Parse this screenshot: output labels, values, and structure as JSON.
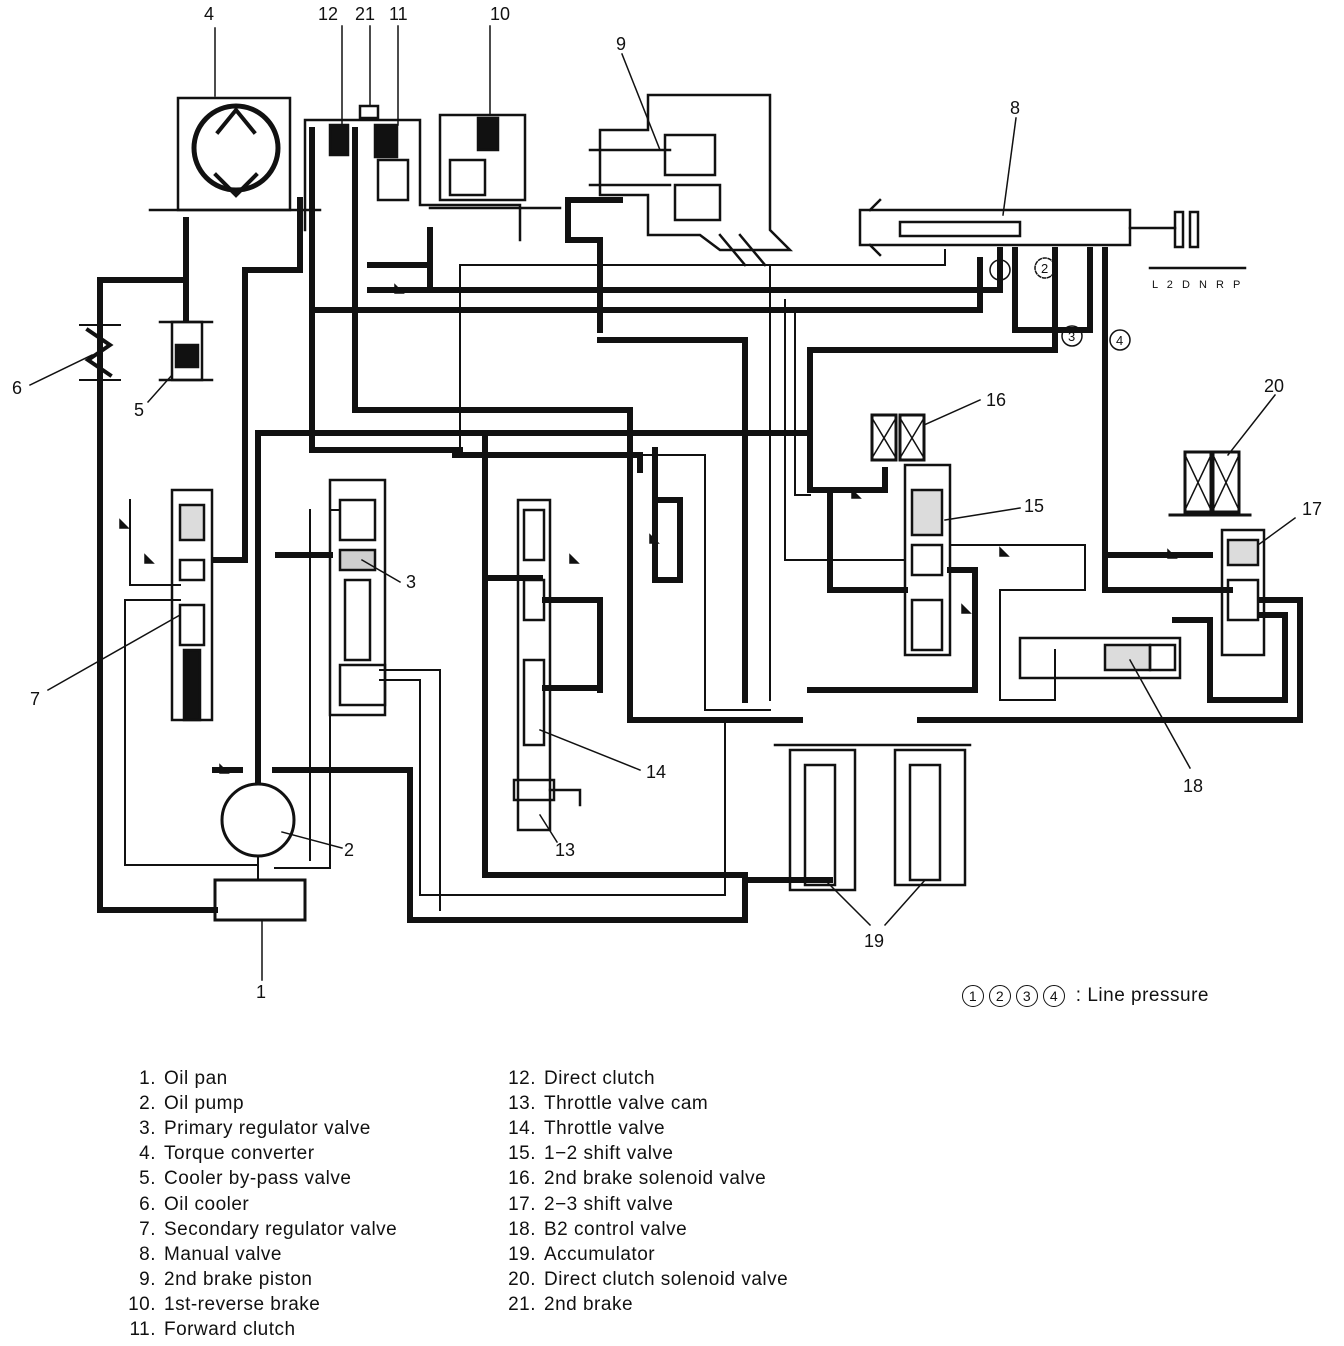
{
  "callouts": [
    "1",
    "2",
    "3",
    "4",
    "5",
    "6",
    "7",
    "8",
    "9",
    "10",
    "11",
    "12",
    "13",
    "14",
    "15",
    "16",
    "17",
    "18",
    "19",
    "20",
    "21"
  ],
  "pressure_marks": [
    "1",
    "2",
    "3",
    "4"
  ],
  "shift_positions": "L 2 D N R P",
  "line_pressure_caption": {
    "circles": [
      "1",
      "2",
      "3",
      "4"
    ],
    "text": ": Line pressure"
  },
  "legend_left": [
    {
      "n": "1.",
      "label": "Oil pan"
    },
    {
      "n": "2.",
      "label": "Oil pump"
    },
    {
      "n": "3.",
      "label": "Primary regulator valve"
    },
    {
      "n": "4.",
      "label": "Torque converter"
    },
    {
      "n": "5.",
      "label": "Cooler by-pass valve"
    },
    {
      "n": "6.",
      "label": "Oil cooler"
    },
    {
      "n": "7.",
      "label": "Secondary regulator valve"
    },
    {
      "n": "8.",
      "label": "Manual valve"
    },
    {
      "n": "9.",
      "label": "2nd brake piston"
    },
    {
      "n": "10.",
      "label": "1st-reverse brake"
    },
    {
      "n": "11.",
      "label": "Forward clutch"
    }
  ],
  "legend_right": [
    {
      "n": "12.",
      "label": "Direct clutch"
    },
    {
      "n": "13.",
      "label": "Throttle valve cam"
    },
    {
      "n": "14.",
      "label": "Throttle valve"
    },
    {
      "n": "15.",
      "label": "1−2 shift valve"
    },
    {
      "n": "16.",
      "label": "2nd brake solenoid valve"
    },
    {
      "n": "17.",
      "label": "2−3 shift valve"
    },
    {
      "n": "18.",
      "label": "B2 control valve"
    },
    {
      "n": "19.",
      "label": "Accumulator"
    },
    {
      "n": "20.",
      "label": "Direct clutch solenoid valve"
    },
    {
      "n": "21.",
      "label": "2nd brake"
    }
  ]
}
